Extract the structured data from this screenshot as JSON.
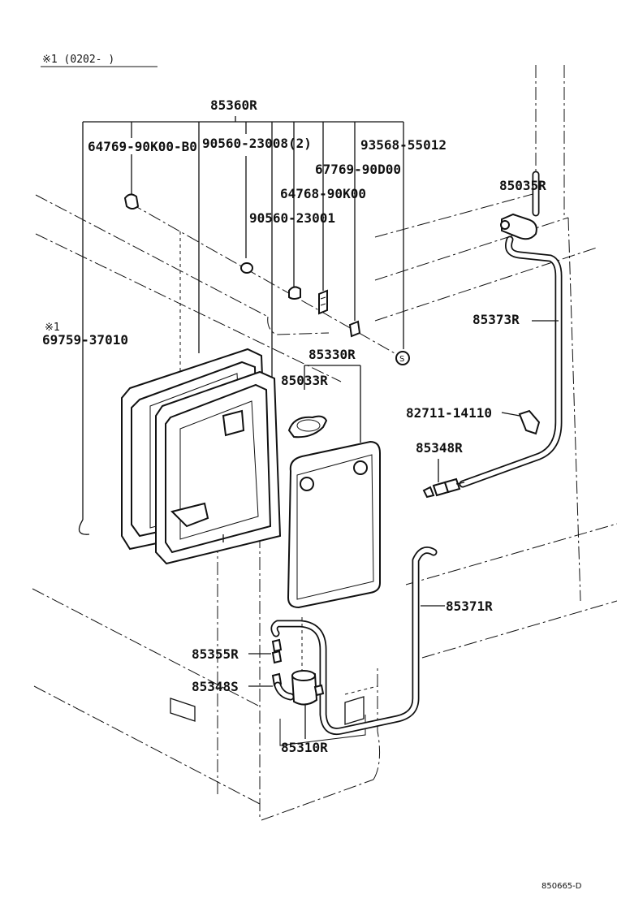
{
  "header": {
    "note_label": "※1  (0202-        )"
  },
  "parts": {
    "assembly_85360R": "85360R",
    "p_64769_90K00_B0": "64769-90K00-B0",
    "p_90560_23008": "90560-23008(2)",
    "p_93568_55012": "93568-55012",
    "p_67769_90D00": "67769-90D00",
    "p_64768_90K00": "64768-90K00",
    "p_90560_23001": "90560-23001",
    "p_85035R": "85035R",
    "p_85373R": "85373R",
    "note_mark": "※1",
    "p_69759_37010": "69759-37010",
    "p_85330R": "85330R",
    "p_85033R": "85033R",
    "p_82711_14110": "82711-14110",
    "p_85348R": "85348R",
    "p_85371R": "85371R",
    "p_85355R": "85355R",
    "p_85348S": "85348S",
    "p_85310R": "85310R",
    "screw_symbol": "S"
  },
  "footer": {
    "diagram_code": "850665-D"
  }
}
